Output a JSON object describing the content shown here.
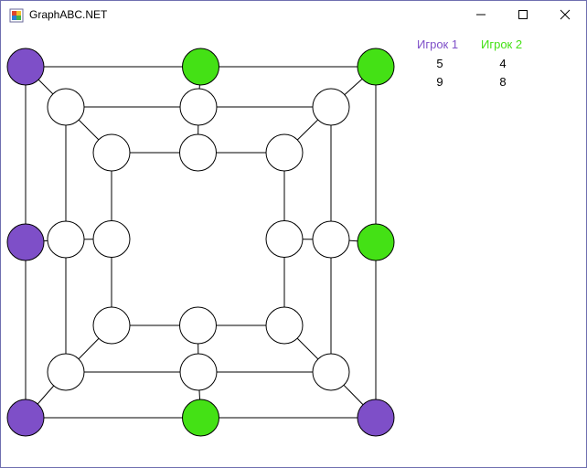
{
  "window": {
    "title": "GraphABC.NET",
    "icon": "graphabc-app-icon",
    "controls": [
      "minimize-icon",
      "maximize-icon",
      "close-icon"
    ]
  },
  "colors": {
    "player1": "#7e4fc8",
    "player2": "#44e115",
    "empty": "#ffffff",
    "stroke": "#000000"
  },
  "scoreboard": {
    "headers": [
      "Игрок 1",
      "Игрок 2"
    ],
    "rows": [
      [
        "5",
        "4"
      ],
      [
        "9",
        "8"
      ]
    ]
  },
  "board": {
    "squares": 3,
    "points": [
      {
        "ring": 0,
        "pos": 0,
        "owner": "player1"
      },
      {
        "ring": 0,
        "pos": 1,
        "owner": "player2"
      },
      {
        "ring": 0,
        "pos": 2,
        "owner": "player2"
      },
      {
        "ring": 0,
        "pos": 3,
        "owner": "player2"
      },
      {
        "ring": 0,
        "pos": 4,
        "owner": "player1"
      },
      {
        "ring": 0,
        "pos": 5,
        "owner": "player2"
      },
      {
        "ring": 0,
        "pos": 6,
        "owner": "player1"
      },
      {
        "ring": 0,
        "pos": 7,
        "owner": "player1"
      },
      {
        "ring": 1,
        "pos": 0,
        "owner": "empty"
      },
      {
        "ring": 1,
        "pos": 1,
        "owner": "empty"
      },
      {
        "ring": 1,
        "pos": 2,
        "owner": "empty"
      },
      {
        "ring": 1,
        "pos": 3,
        "owner": "empty"
      },
      {
        "ring": 1,
        "pos": 4,
        "owner": "empty"
      },
      {
        "ring": 1,
        "pos": 5,
        "owner": "empty"
      },
      {
        "ring": 1,
        "pos": 6,
        "owner": "empty"
      },
      {
        "ring": 1,
        "pos": 7,
        "owner": "empty"
      },
      {
        "ring": 2,
        "pos": 0,
        "owner": "empty"
      },
      {
        "ring": 2,
        "pos": 1,
        "owner": "empty"
      },
      {
        "ring": 2,
        "pos": 2,
        "owner": "empty"
      },
      {
        "ring": 2,
        "pos": 3,
        "owner": "empty"
      },
      {
        "ring": 2,
        "pos": 4,
        "owner": "empty"
      },
      {
        "ring": 2,
        "pos": 5,
        "owner": "empty"
      },
      {
        "ring": 2,
        "pos": 6,
        "owner": "empty"
      },
      {
        "ring": 2,
        "pos": 7,
        "owner": "empty"
      }
    ]
  }
}
